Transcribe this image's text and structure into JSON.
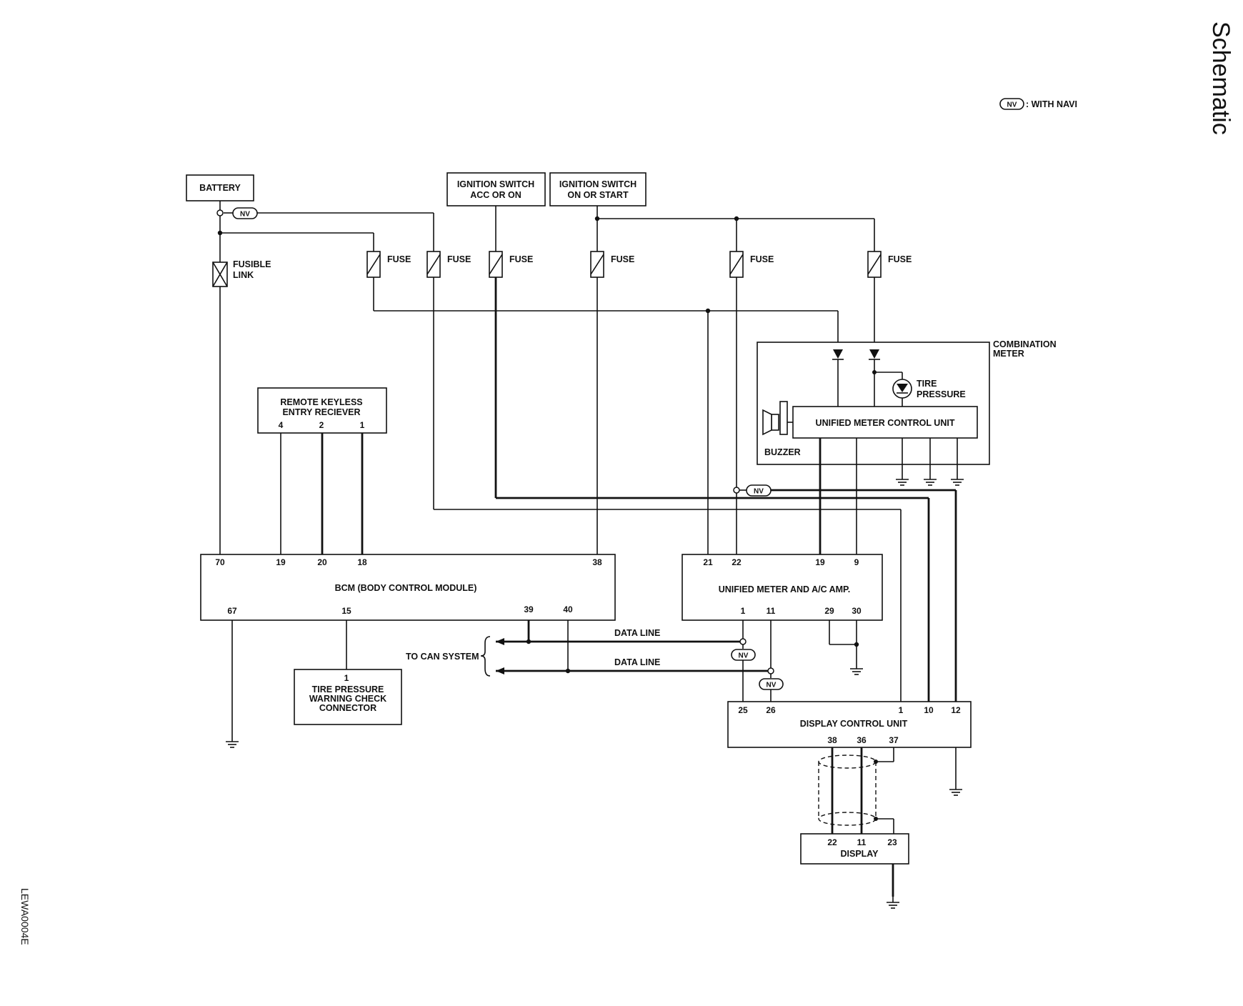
{
  "page_title": "Schematic",
  "legend": {
    "nv_symbol": "NV",
    "nv_text": ": WITH NAVI"
  },
  "sources": {
    "battery": "BATTERY",
    "ign_acc_on": [
      "IGNITION SWITCH",
      "ACC OR ON"
    ],
    "ign_on_start": [
      "IGNITION SWITCH",
      "ON OR START"
    ]
  },
  "fusible_link": [
    "FUSIBLE",
    "LINK"
  ],
  "fuse_label": "FUSE",
  "combination_meter": {
    "title": [
      "COMBINATION",
      "METER"
    ],
    "tire_pressure": [
      "TIRE",
      "PRESSURE"
    ],
    "unified_meter_cu": "UNIFIED METER CONTROL UNIT",
    "buzzer": "BUZZER"
  },
  "rke_receiver": {
    "title": [
      "REMOTE KEYLESS",
      "ENTRY RECIEVER"
    ],
    "pins": [
      "4",
      "2",
      "1"
    ]
  },
  "bcm": {
    "name": "BCM (BODY CONTROL MODULE)",
    "top_pins": [
      "70",
      "19",
      "20",
      "18",
      "38"
    ],
    "bottom_pins": [
      "67",
      "15",
      "39",
      "40"
    ]
  },
  "tire_connector": {
    "pin": "1",
    "title": [
      "TIRE PRESSURE",
      "WARNING CHECK",
      "CONNECTOR"
    ]
  },
  "meter_amp": {
    "name": "UNIFIED METER AND A/C AMP.",
    "top_pins": [
      "21",
      "22",
      "19",
      "9"
    ],
    "bottom_pins": [
      "1",
      "11",
      "29",
      "30"
    ]
  },
  "can": {
    "to_can": "TO CAN SYSTEM",
    "data_line": "DATA LINE"
  },
  "display_cu": {
    "name": "DISPLAY CONTROL UNIT",
    "top_pins": [
      "25",
      "26",
      "1",
      "10",
      "12"
    ],
    "bottom_pins": [
      "38",
      "36",
      "37"
    ]
  },
  "display": {
    "name": "DISPLAY",
    "pins": [
      "22",
      "11",
      "23"
    ]
  },
  "drawing_code": "LEWA0004E"
}
